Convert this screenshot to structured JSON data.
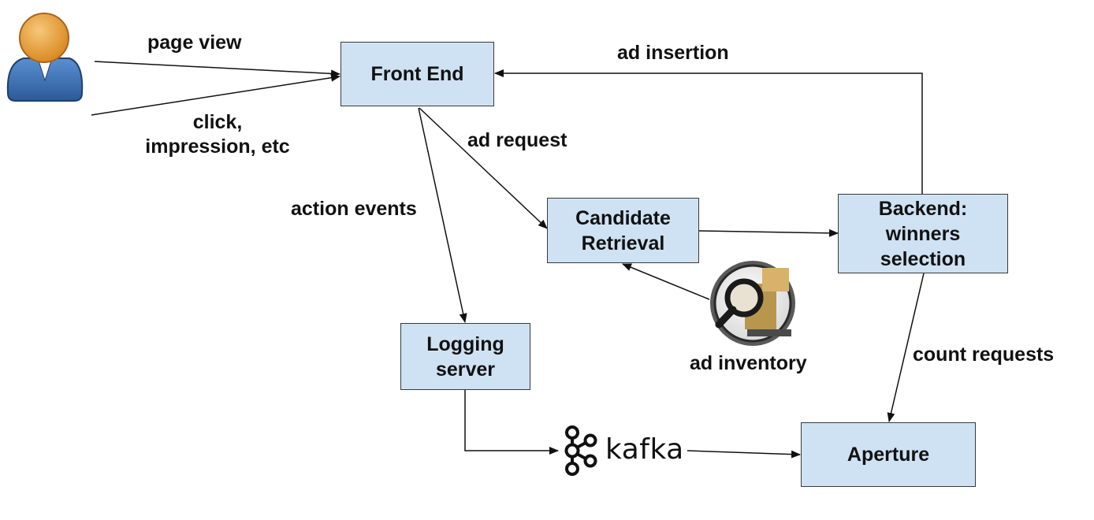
{
  "nodes": {
    "front_end": "Front End",
    "candidate_retrieval": "Candidate\nRetrieval",
    "backend": "Backend:\nwinners\nselection",
    "logging_server": "Logging\nserver",
    "aperture": "Aperture",
    "kafka": "kafka",
    "ad_inventory": "ad inventory"
  },
  "edge_labels": {
    "page_view": "page view",
    "click_impression": "click,\nimpression, etc",
    "ad_insertion": "ad insertion",
    "ad_request": "ad request",
    "action_events": "action events",
    "count_requests": "count requests"
  },
  "colors": {
    "box_fill": "#cfe2f3",
    "box_border": "#3a3a3a",
    "user_head": "#e8a23c",
    "user_body": "#3b6fb0",
    "lens_ring": "#1a1a1a"
  },
  "icons": [
    "user-icon",
    "ad-inventory-icon",
    "kafka-logo-icon"
  ]
}
